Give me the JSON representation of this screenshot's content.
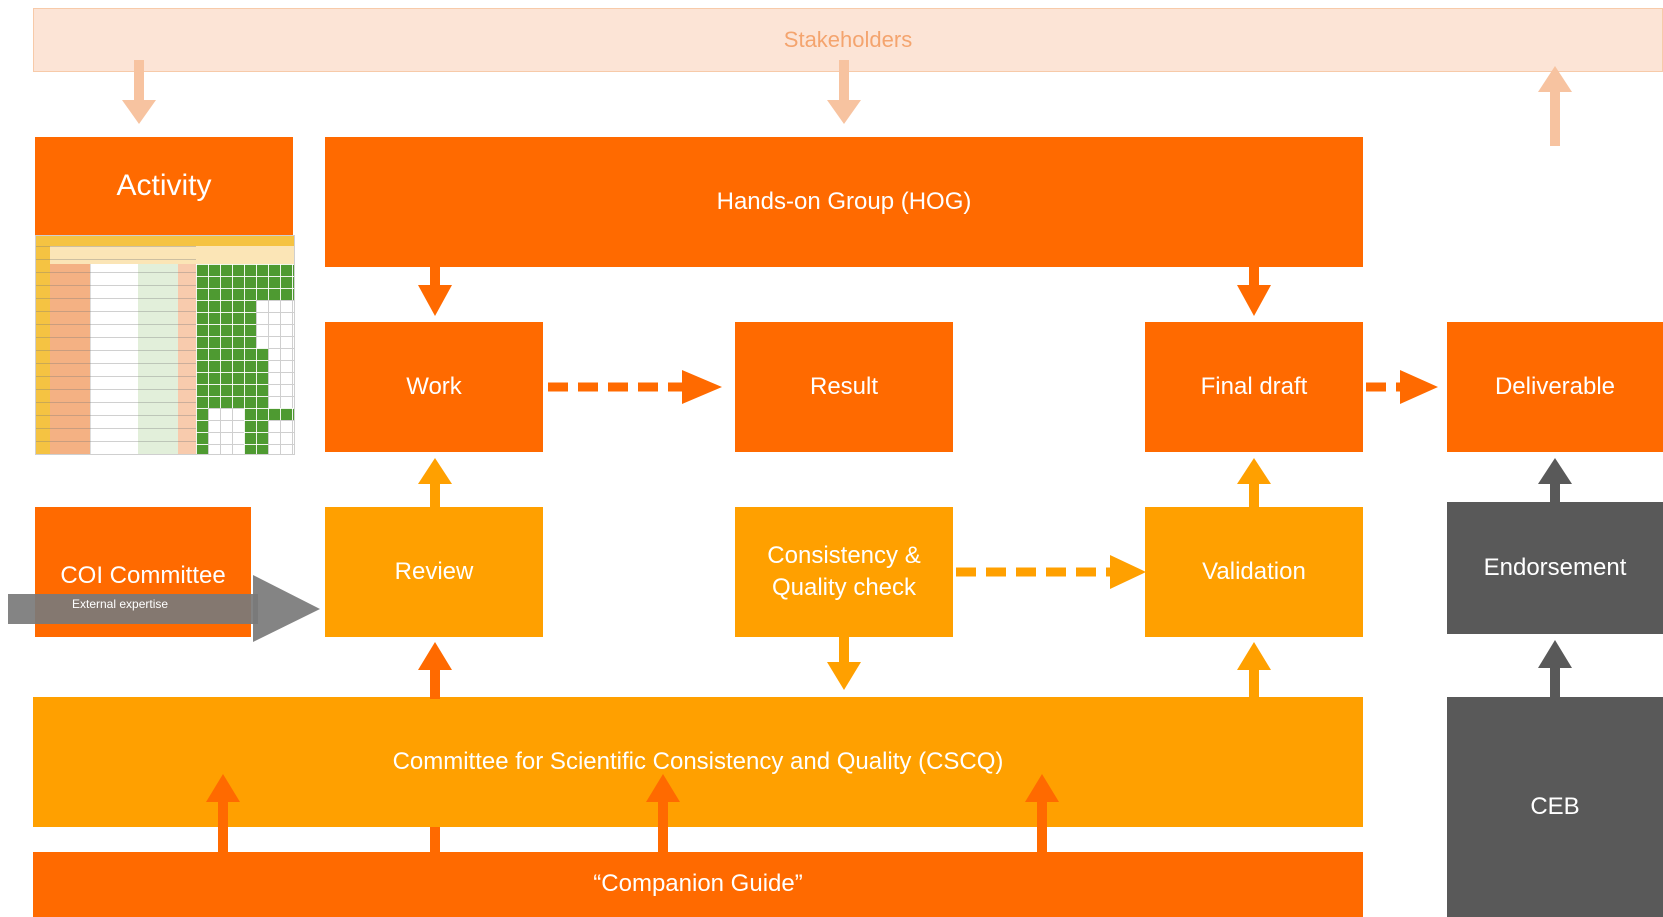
{
  "diagram": {
    "stakeholders": "Stakeholders",
    "activity": "Activity",
    "hog": "Hands-on Group (HOG)",
    "work": "Work",
    "result": "Result",
    "final_draft": "Final draft",
    "deliverable": "Deliverable",
    "coi_committee": "COI Committee",
    "external_expertise": "External expertise",
    "review": "Review",
    "consistency_check": "Consistency &\nQuality check",
    "validation": "Validation",
    "endorsement": "Endorsement",
    "cscq": "Committee for Scientific Consistency and Quality (CSCQ)",
    "ceb": "CEB",
    "companion_guide": "“Companion Guide”"
  },
  "colors": {
    "dark_orange": "#ff6a00",
    "light_orange": "#ffa000",
    "grey": "#595959",
    "stakeholder_fill": "#fce4d6",
    "stakeholder_arrow": "#f7c3a0"
  }
}
